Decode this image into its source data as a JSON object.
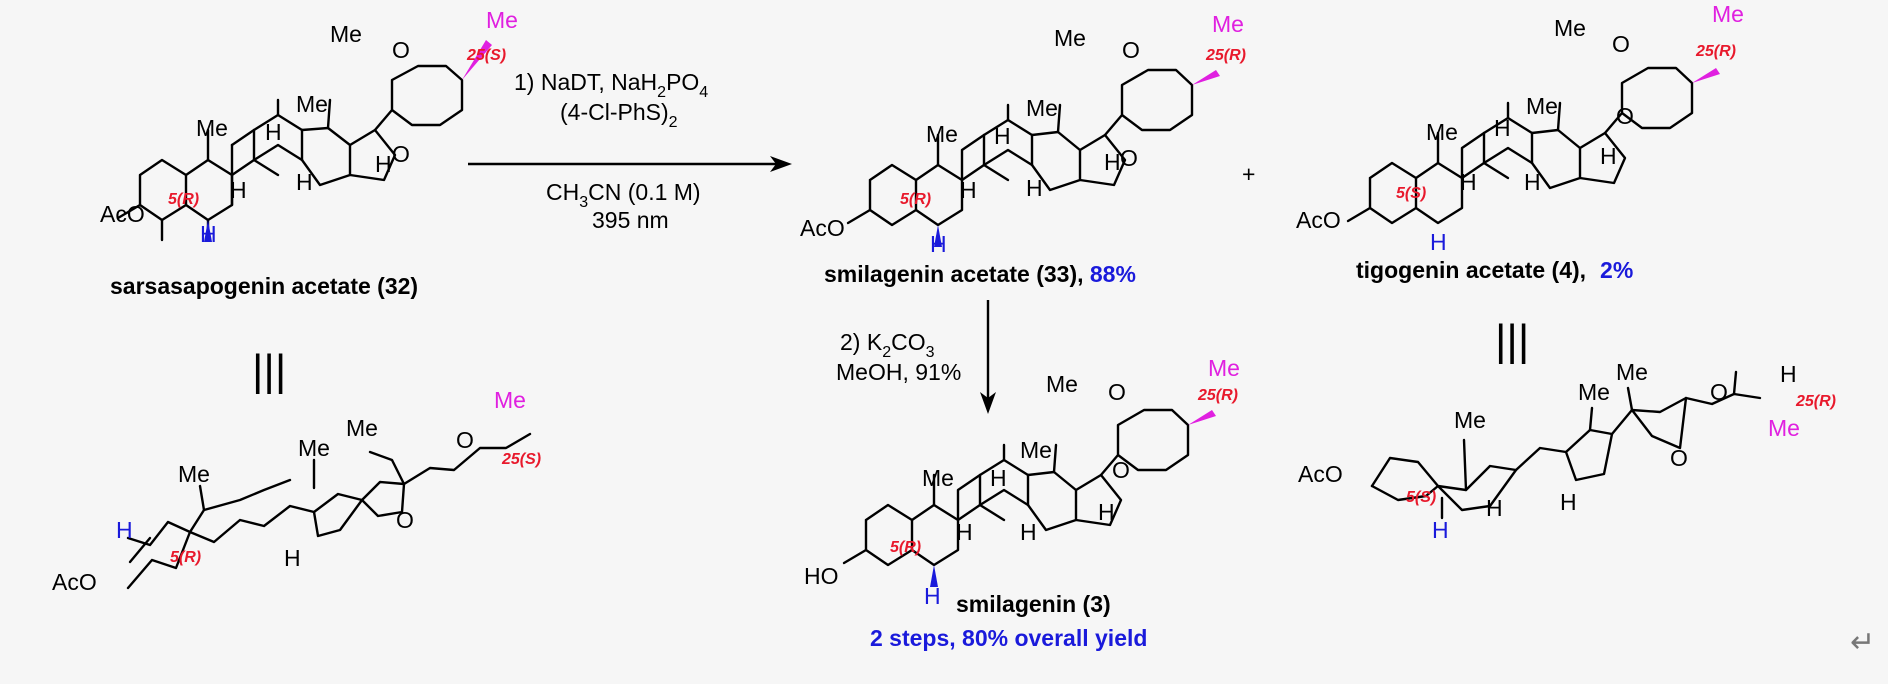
{
  "compounds": {
    "sarsasapogenin_acetate": {
      "name": "sarsasapogenin acetate (32)",
      "stereo_c25": "25(S)",
      "stereo_c5": "5(R)"
    },
    "smilagenin_acetate": {
      "name": "smilagenin acetate (33), ",
      "yield": "88%",
      "stereo_c25": "25(R)",
      "stereo_c5": "5(R)"
    },
    "tigogenin_acetate": {
      "name": "tigogenin acetate (4),",
      "yield": "2%",
      "stereo_c25": "25(R)",
      "stereo_c5": "5(S)"
    },
    "smilagenin": {
      "name": "smilagenin (3)",
      "summary": "2 steps, 80% overall yield",
      "stereo_c25": "25(R)",
      "stereo_c5": "5(R)"
    }
  },
  "atoms": {
    "me": "Me",
    "h": "H",
    "o": "O",
    "aco": "AcO",
    "ho": "HO"
  },
  "reaction1": {
    "line1_a": "1) NaDT, NaH",
    "line1_sub": "2",
    "line1_b": "PO",
    "line1_sub2": "4",
    "line2_a": "(4-Cl-PhS)",
    "line2_sub": "2",
    "line3_a": "CH",
    "line3_sub": "3",
    "line3_b": "CN (0.1 M)",
    "line4": "395 nm"
  },
  "reaction2": {
    "line1_a": "2) K",
    "line1_sub": "2",
    "line1_b": "CO",
    "line1_sub2": "3",
    "line2": "MeOH, 91%"
  },
  "plus": "+",
  "identity": "|||",
  "return_glyph": "↵"
}
